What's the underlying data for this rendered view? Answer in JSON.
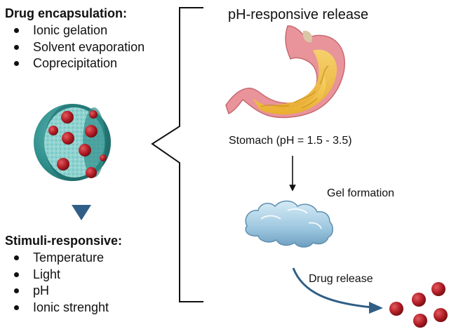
{
  "left": {
    "encapsulation": {
      "heading": "Drug encapsulation:",
      "items": [
        "Ionic gelation",
        "Solvent evaporation",
        "Coprecipitation"
      ]
    },
    "stimuli": {
      "heading": "Stimuli-responsive:",
      "items": [
        "Temperature",
        "Light",
        "pH",
        "Ionic strenght"
      ]
    }
  },
  "right": {
    "title": "pH-responsive release",
    "stomach_label": "Stomach (pH = 1.5 - 3.5)",
    "gel_label": "Gel formation",
    "release_label": "Drug release"
  },
  "colors": {
    "teal": "#2f8f8c",
    "teal_light": "#8fd3d0",
    "drug_red": "#b01c24",
    "arrow_blue": "#2f5f86",
    "stomach_pink": "#e8949a",
    "stomach_yellow": "#f2c24a",
    "gel_blue": "#9cc6df"
  }
}
